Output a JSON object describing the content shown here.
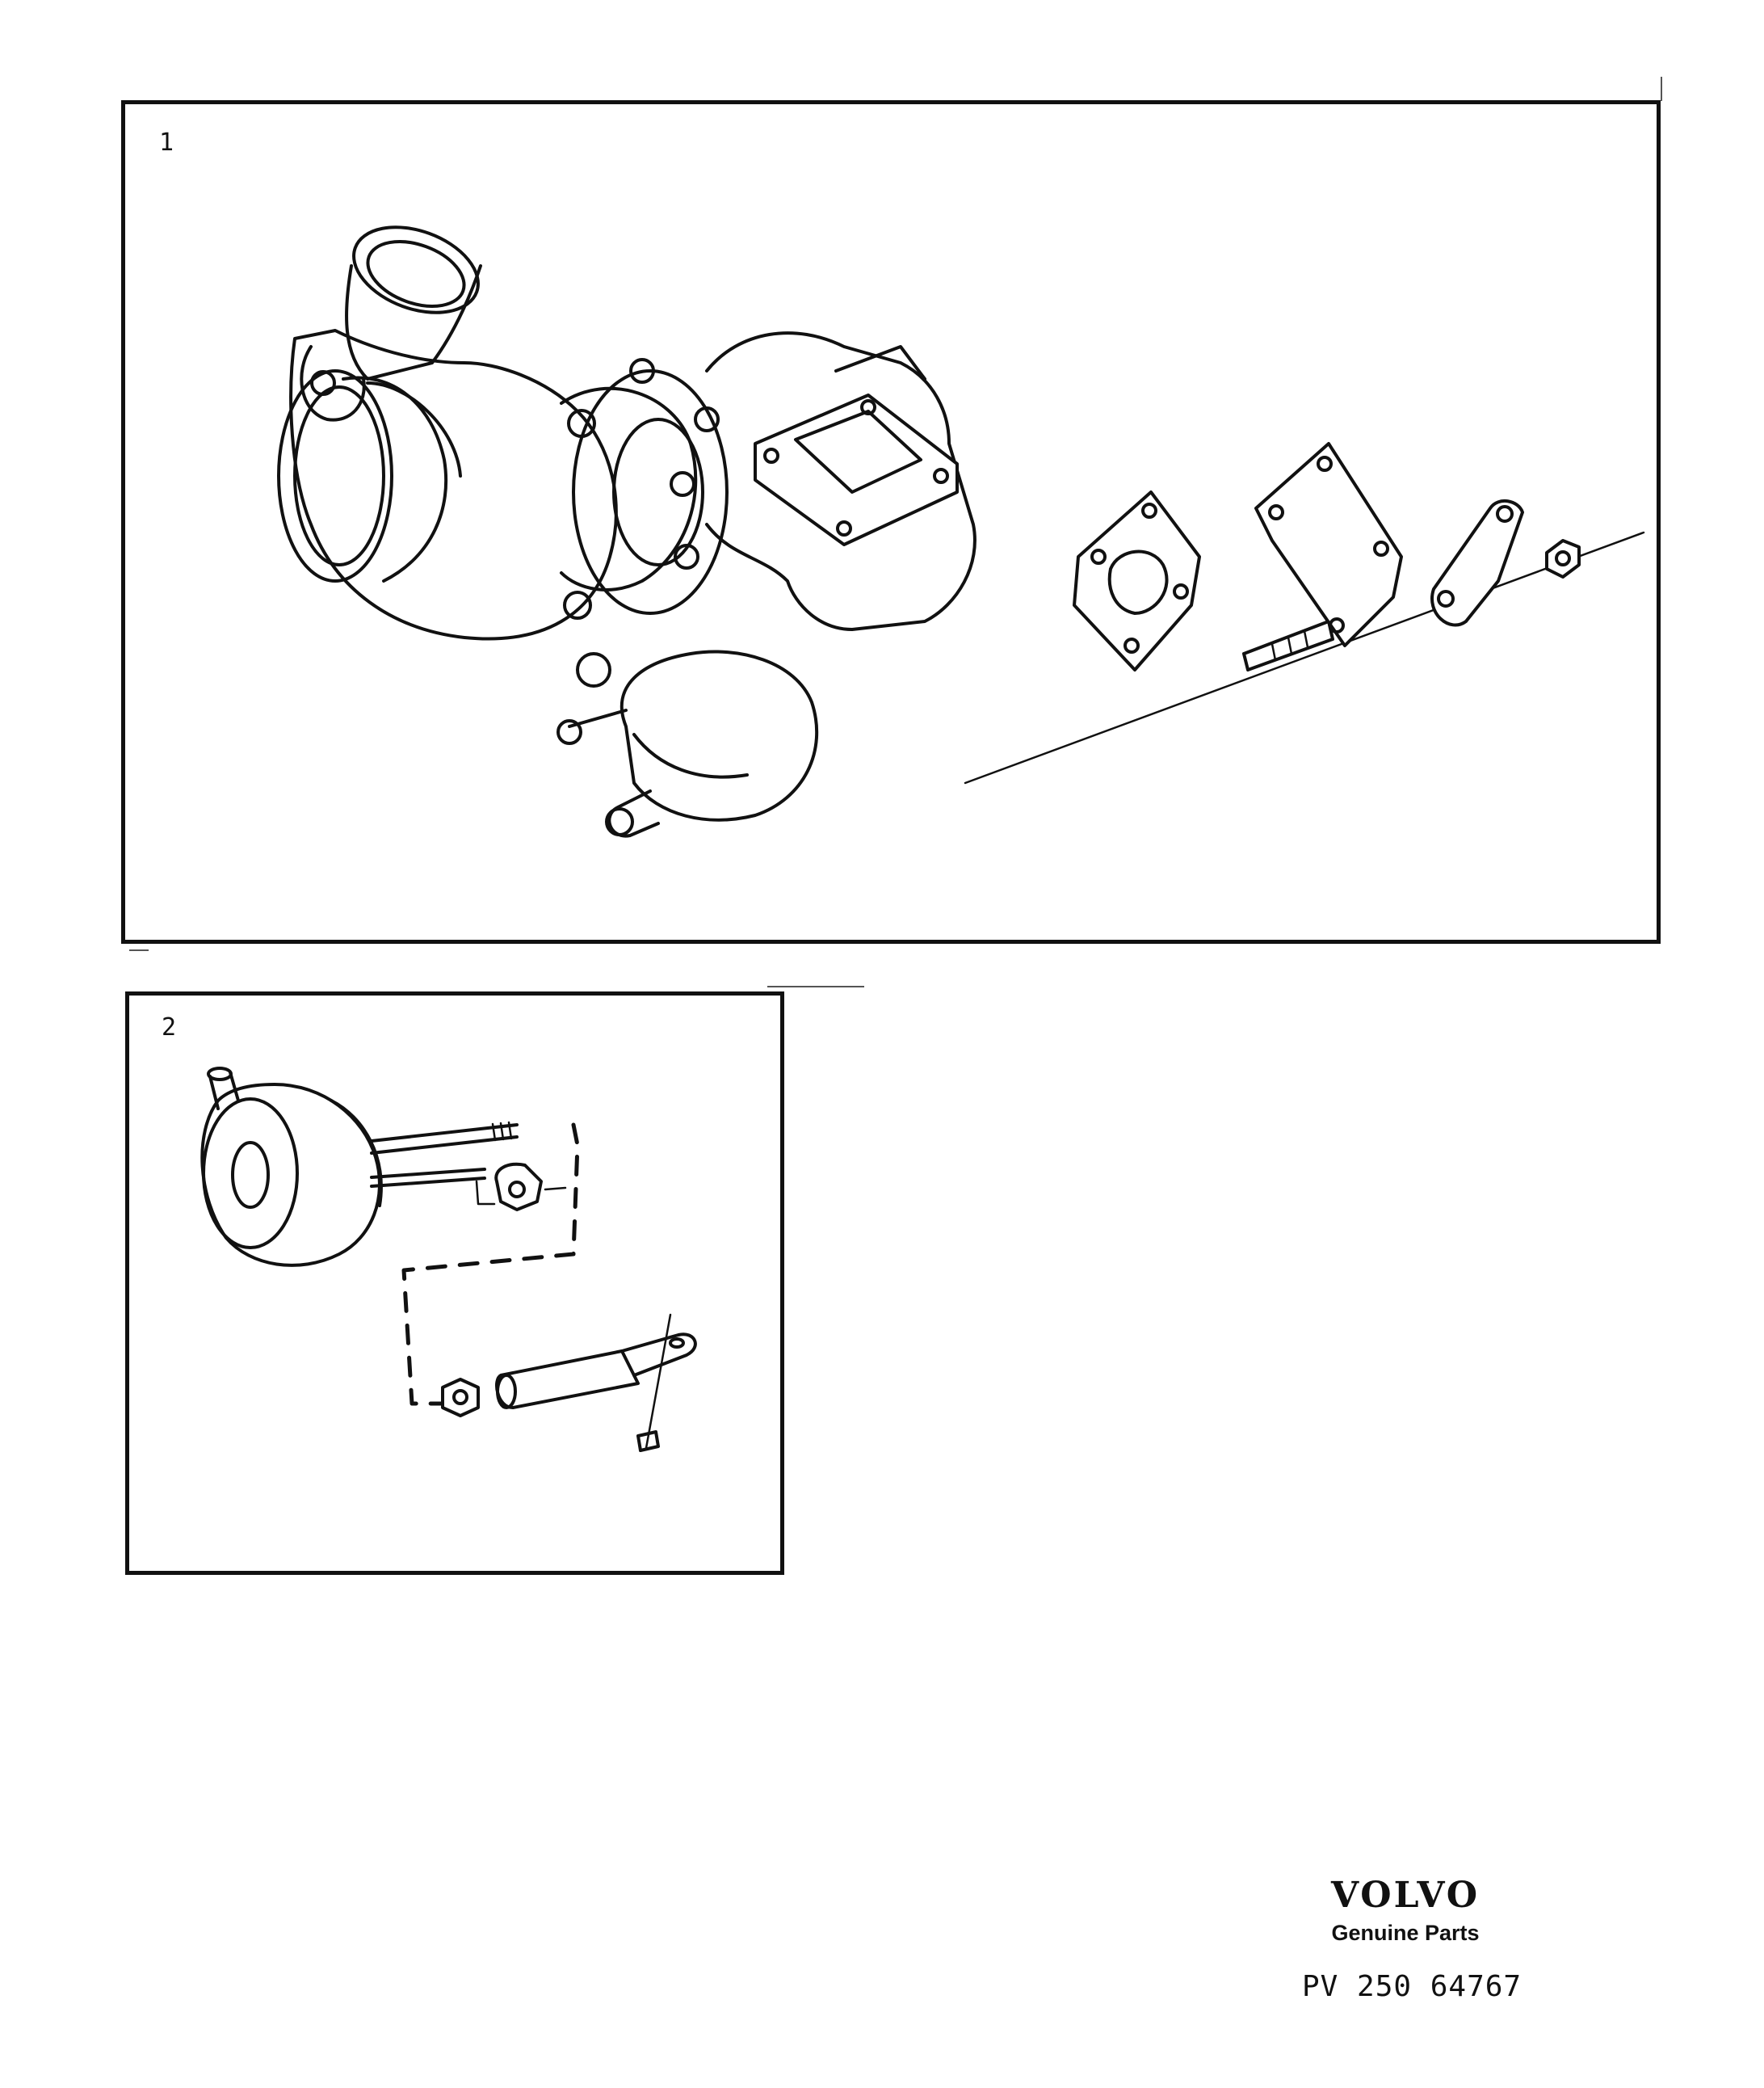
{
  "panels": [
    {
      "number": "1",
      "subject": "turbocharger-assembly"
    },
    {
      "number": "2",
      "subject": "wastegate-actuator-kit"
    }
  ],
  "brand": {
    "logo": "VOLVO",
    "tagline": "Genuine Parts"
  },
  "part_number": "PV 250 64767",
  "colors": {
    "line": "#111111",
    "background": "#ffffff"
  }
}
